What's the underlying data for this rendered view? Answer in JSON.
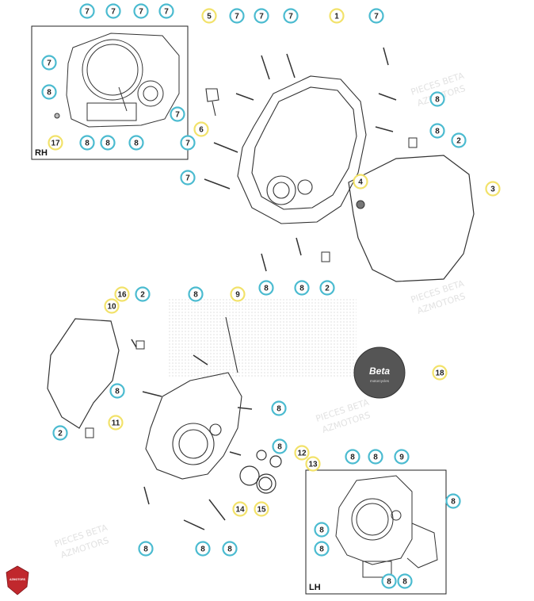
{
  "diagram": {
    "insets": {
      "rh_label": "RH",
      "lh_label": "LH"
    },
    "logo": {
      "badge_text": "Beta",
      "badge_subtext": "motorcycles",
      "corner_brand": "AZMOTORS"
    },
    "watermarks": [
      "PIECES BETA",
      "AZMOTORS"
    ],
    "callout_colors": {
      "teal": "#4bbbd0",
      "yellow": "#f2e26a"
    },
    "callouts": [
      {
        "label": "7",
        "color": "teal"
      },
      {
        "label": "7",
        "color": "teal"
      },
      {
        "label": "7",
        "color": "teal"
      },
      {
        "label": "7",
        "color": "teal"
      },
      {
        "label": "7",
        "color": "teal"
      },
      {
        "label": "8",
        "color": "teal"
      },
      {
        "label": "7",
        "color": "teal"
      },
      {
        "label": "17",
        "color": "yellow"
      },
      {
        "label": "8",
        "color": "teal"
      },
      {
        "label": "8",
        "color": "teal"
      },
      {
        "label": "8",
        "color": "teal"
      },
      {
        "label": "5",
        "color": "yellow"
      },
      {
        "label": "7",
        "color": "teal"
      },
      {
        "label": "7",
        "color": "teal"
      },
      {
        "label": "7",
        "color": "teal"
      },
      {
        "label": "1",
        "color": "yellow"
      },
      {
        "label": "7",
        "color": "teal"
      },
      {
        "label": "8",
        "color": "teal"
      },
      {
        "label": "8",
        "color": "teal"
      },
      {
        "label": "2",
        "color": "teal"
      },
      {
        "label": "6",
        "color": "yellow"
      },
      {
        "label": "7",
        "color": "teal"
      },
      {
        "label": "7",
        "color": "teal"
      },
      {
        "label": "4",
        "color": "yellow"
      },
      {
        "label": "3",
        "color": "yellow"
      },
      {
        "label": "8",
        "color": "teal"
      },
      {
        "label": "8",
        "color": "teal"
      },
      {
        "label": "2",
        "color": "teal"
      },
      {
        "label": "16",
        "color": "yellow"
      },
      {
        "label": "10",
        "color": "yellow"
      },
      {
        "label": "2",
        "color": "teal"
      },
      {
        "label": "8",
        "color": "teal"
      },
      {
        "label": "9",
        "color": "yellow"
      },
      {
        "label": "18",
        "color": "yellow"
      },
      {
        "label": "8",
        "color": "teal"
      },
      {
        "label": "11",
        "color": "yellow"
      },
      {
        "label": "8",
        "color": "teal"
      },
      {
        "label": "2",
        "color": "teal"
      },
      {
        "label": "8",
        "color": "teal"
      },
      {
        "label": "12",
        "color": "yellow"
      },
      {
        "label": "13",
        "color": "yellow"
      },
      {
        "label": "14",
        "color": "yellow"
      },
      {
        "label": "15",
        "color": "yellow"
      },
      {
        "label": "8",
        "color": "teal"
      },
      {
        "label": "8",
        "color": "teal"
      },
      {
        "label": "8",
        "color": "teal"
      },
      {
        "label": "8",
        "color": "teal"
      },
      {
        "label": "8",
        "color": "teal"
      },
      {
        "label": "9",
        "color": "teal"
      },
      {
        "label": "8",
        "color": "teal"
      },
      {
        "label": "8",
        "color": "teal"
      },
      {
        "label": "8",
        "color": "teal"
      },
      {
        "label": "8",
        "color": "teal"
      },
      {
        "label": "8",
        "color": "teal"
      }
    ]
  }
}
